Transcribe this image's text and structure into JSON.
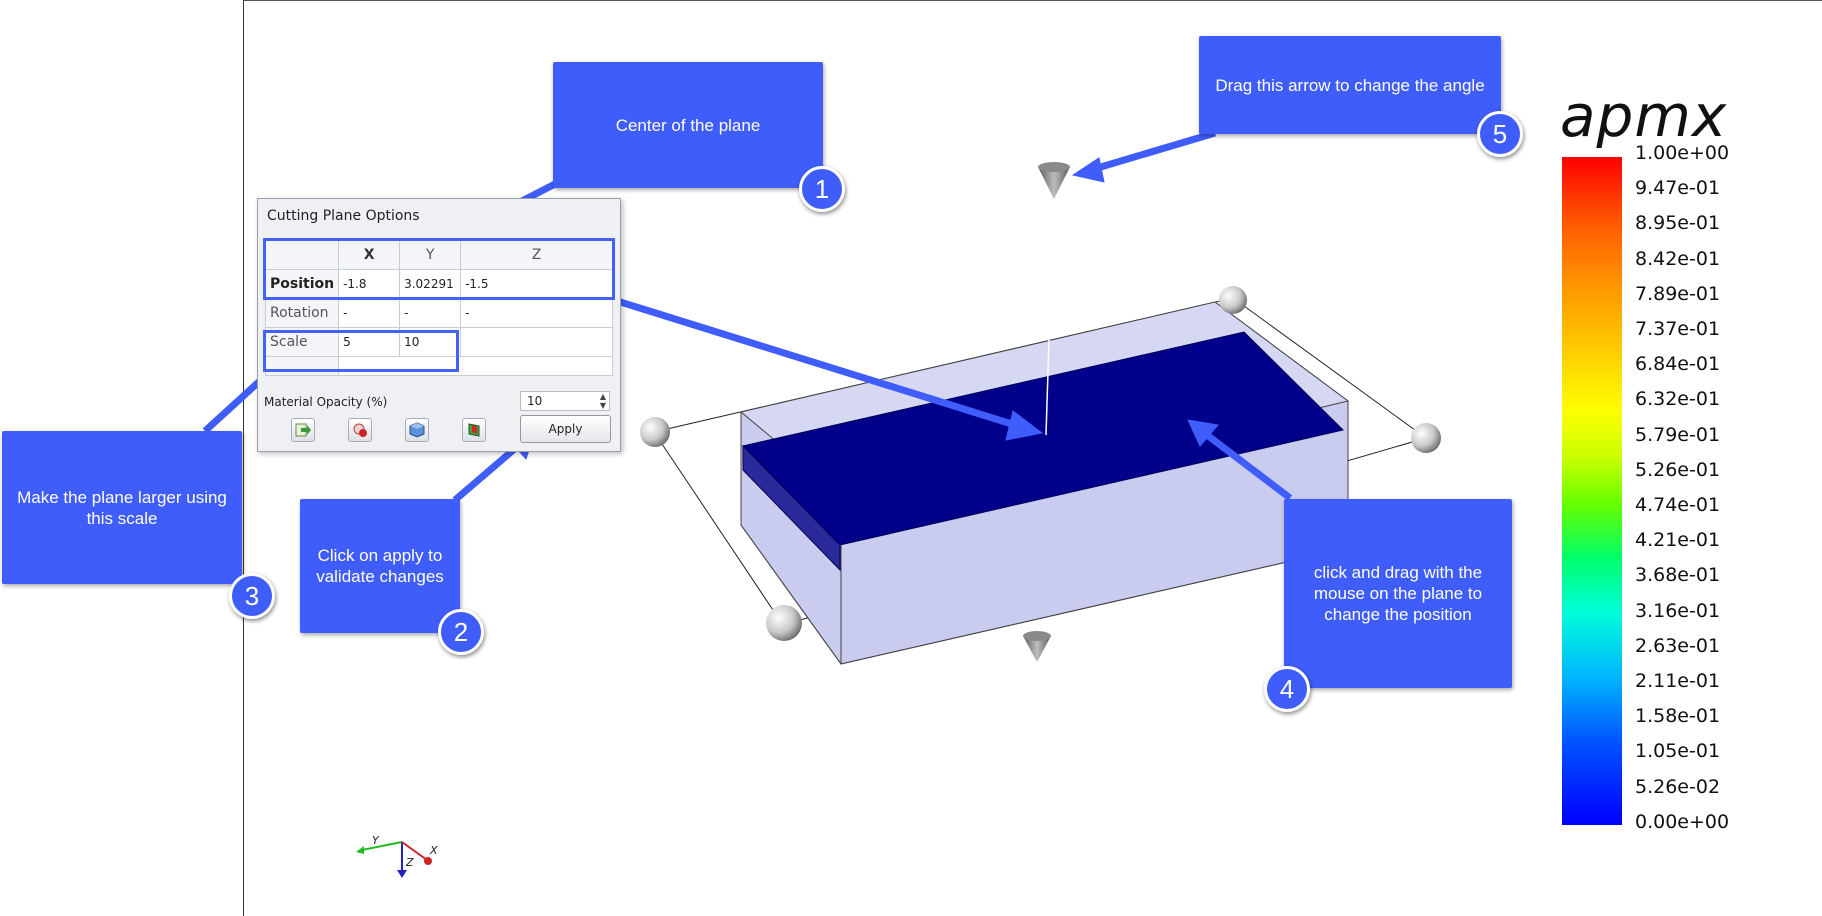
{
  "callouts": {
    "c1": {
      "text": "Center of the plane",
      "number": "1"
    },
    "c2": {
      "text": "Click on apply to validate changes",
      "number": "2"
    },
    "c3": {
      "text": "Make the plane larger using this scale",
      "number": "3"
    },
    "c4": {
      "text": "click and drag with the mouse on the plane to change the position",
      "number": "4"
    },
    "c5": {
      "text": "Drag this arrow to change the angle",
      "number": "5"
    }
  },
  "dialog": {
    "title": "Cutting Plane Options",
    "columns": [
      "X",
      "Y",
      "Z"
    ],
    "rows": [
      {
        "label": "Position",
        "x": "-1.8",
        "y": "3.02291",
        "z": "-1.5"
      },
      {
        "label": "Rotation",
        "x": "-",
        "y": "-",
        "z": "-"
      },
      {
        "label": "Scale",
        "x": "5",
        "y": "10",
        "z": ""
      }
    ],
    "opacity_label": "Material Opacity (%)",
    "opacity_value": "10",
    "apply_label": "Apply"
  },
  "axes": {
    "x": "X",
    "y": "Y",
    "z": "Z"
  },
  "legend": {
    "title": "apmx",
    "ticks": [
      "1.00e+00",
      "9.47e-01",
      "8.95e-01",
      "8.42e-01",
      "7.89e-01",
      "7.37e-01",
      "6.84e-01",
      "6.32e-01",
      "5.79e-01",
      "5.26e-01",
      "4.74e-01",
      "4.21e-01",
      "3.68e-01",
      "3.16e-01",
      "2.63e-01",
      "2.11e-01",
      "1.58e-01",
      "1.05e-01",
      "5.26e-02",
      "0.00e+00"
    ],
    "colors": {
      "max": "#ff0000",
      "min": "#0000ff"
    }
  },
  "colors": {
    "callout": "#3f5dfa",
    "plane": "#00008b",
    "box": "#c8cbee"
  }
}
